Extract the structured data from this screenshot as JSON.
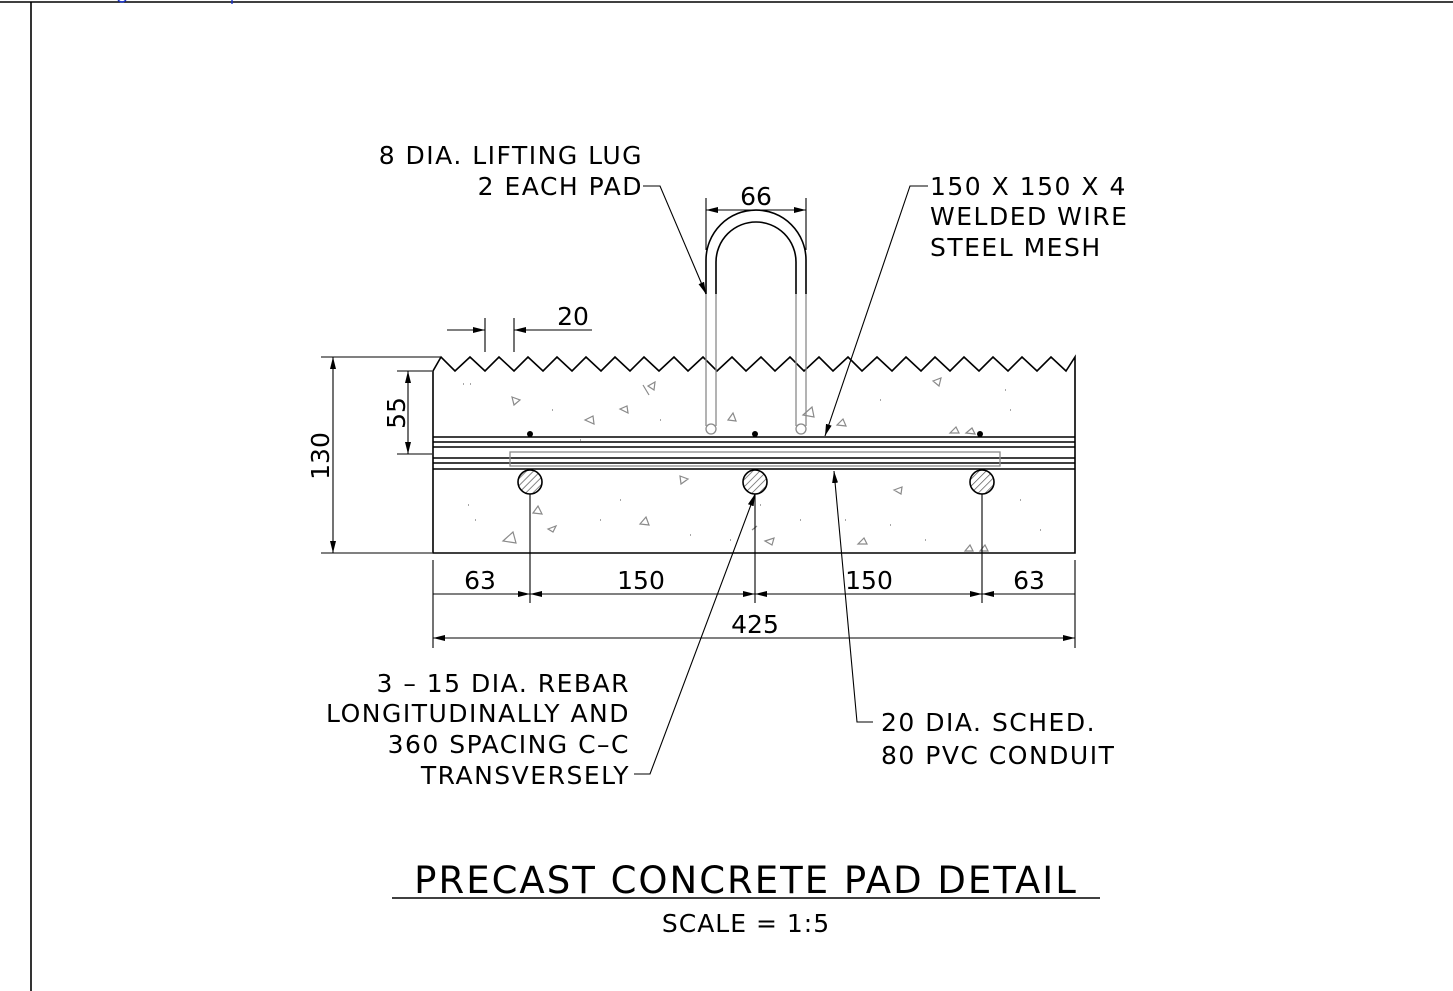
{
  "colors": {
    "line": "#000000",
    "hidden_line": "#8a8a8a",
    "background": "#ffffff",
    "frame_marks": "#1a33cc"
  },
  "callouts": {
    "lifting_lug": [
      "8 DIA. LIFTING LUG",
      "2 EACH PAD"
    ],
    "mesh": [
      "150 X 150 X 4",
      "WELDED WIRE",
      "STEEL MESH"
    ],
    "rebar": [
      "3 – 15 DIA. REBAR",
      "LONGITUDINALLY AND",
      "360 SPACING C–C",
      "TRANSVERSELY"
    ],
    "conduit": [
      "20 DIA. SCHED.",
      "80 PVC CONDUIT"
    ]
  },
  "dimensions": {
    "lug_width": "66",
    "serration": "20",
    "cover_depth": "55",
    "overall_depth": "130",
    "edge_left": "63",
    "spacing_1": "150",
    "spacing_2": "150",
    "edge_right": "63",
    "overall_width": "425"
  },
  "title": {
    "main": "PRECAST CONCRETE PAD DETAIL",
    "scale": "SCALE = 1:5"
  }
}
